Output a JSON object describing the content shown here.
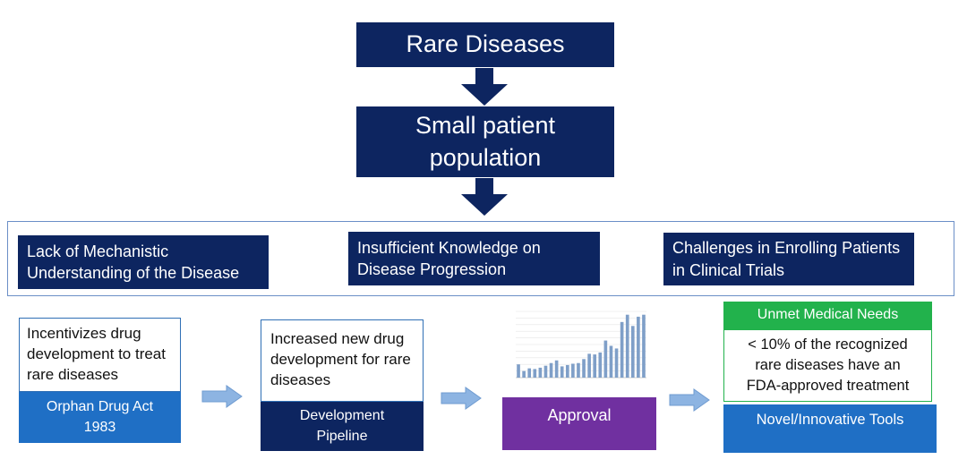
{
  "top": {
    "rare_diseases": "Rare Diseases",
    "small_population": "Small patient population"
  },
  "issues": [
    "Lack of Mechanistic Understanding of the Disease",
    "Insufficient Knowledge on Disease Progression",
    "Challenges in Enrolling Patients in Clinical Trials"
  ],
  "orphan": {
    "description": "Incentivizes drug development to treat rare diseases",
    "label": "Orphan Drug Act 1983"
  },
  "pipeline": {
    "description": "Increased new drug development for rare diseases",
    "label": "Development Pipeline"
  },
  "approval": {
    "label": "Approval"
  },
  "unmet": {
    "header": "Unmet Medical Needs",
    "description": "< 10% of the recognized rare diseases have an FDA-approved treatment",
    "tools": "Novel/Innovative Tools"
  },
  "colors": {
    "navy": "#0d2560",
    "blue": "#1f6fc5",
    "green": "#22b24c",
    "purple": "#7030a0",
    "arrow": "#8db4e2"
  },
  "chart_data": {
    "type": "bar",
    "values": [
      20,
      10,
      14,
      13,
      15,
      18,
      22,
      26,
      17,
      19,
      21,
      22,
      28,
      36,
      35,
      38,
      56,
      48,
      44,
      84,
      95,
      78,
      92,
      95
    ],
    "ylim": [
      0,
      100
    ],
    "color": "#7f9fc8"
  }
}
